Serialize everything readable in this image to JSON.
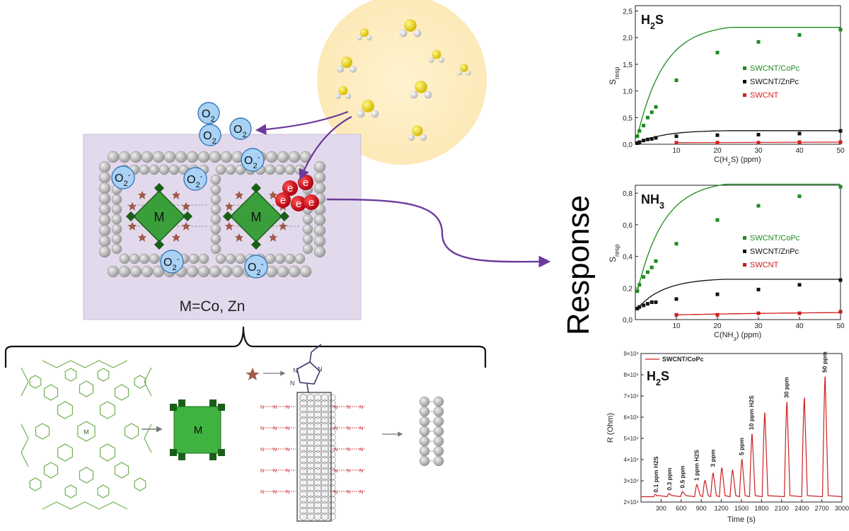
{
  "scheme": {
    "caption": "M=Co, Zn",
    "metal_label": "M",
    "o2": "O",
    "o2_sub": "2",
    "o2minus_sup": "-",
    "electron": "e",
    "response_label": "Response"
  },
  "charts_text": {
    "h2s": {
      "title": "H",
      "title_sub": "2",
      "title_end": "S",
      "xlabel": "C(H",
      "xlabel_sub": "2",
      "xlabel_end": "S) (ppm)",
      "ylabel": "S",
      "ylabel_sub": "resp"
    },
    "nh3": {
      "title": "NH",
      "title_sub": "3",
      "xlabel": "C(NH",
      "xlabel_sub": "3",
      "xlabel_end": ") (ppm)",
      "ylabel": "S",
      "ylabel_sub": "resp"
    },
    "resist": {
      "title": "H",
      "title_sub": "2",
      "title_end": "S",
      "xlabel": "Time (s)",
      "ylabel": "R (Ohm)",
      "legend": "SWCNT/CoPc",
      "ann": [
        "0.1 ppm H2S",
        "0.3 ppm",
        "0.5 ppm",
        "1 ppm H2S",
        "3 ppm",
        "5 ppm",
        "10 ppm H2S",
        "30 ppm",
        "50 ppm"
      ]
    }
  },
  "chart_data": [
    {
      "type": "scatter",
      "title": "H2S",
      "xlabel": "C(H2S) (ppm)",
      "ylabel": "Sresp",
      "xlim": [
        0,
        50
      ],
      "ylim": [
        0,
        2.6
      ],
      "xticks": [
        10,
        20,
        30,
        40,
        50
      ],
      "yticks": [
        "0,0",
        "0,5",
        "1,0",
        "1,5",
        "2,0",
        "2,5"
      ],
      "legend_position": "right",
      "series": [
        {
          "name": "SWCNT/CoPc",
          "color": "#1e8a1e",
          "fit": true,
          "x": [
            0.5,
            1,
            2,
            3,
            4,
            5,
            10,
            20,
            30,
            40,
            50
          ],
          "y": [
            0.15,
            0.25,
            0.35,
            0.5,
            0.6,
            0.7,
            1.2,
            1.72,
            1.92,
            2.05,
            2.15
          ]
        },
        {
          "name": "SWCNT/ZnPc",
          "color": "#111111",
          "fit": true,
          "x": [
            0.5,
            1,
            2,
            3,
            4,
            5,
            10,
            20,
            30,
            40,
            50
          ],
          "y": [
            0.02,
            0.04,
            0.07,
            0.09,
            0.1,
            0.12,
            0.15,
            0.17,
            0.18,
            0.2,
            0.25
          ]
        },
        {
          "name": "SWCNT",
          "color": "#d62020",
          "fit": false,
          "x": [
            10,
            20,
            30,
            40,
            50
          ],
          "y": [
            0.03,
            0.03,
            0.03,
            0.04,
            0.04
          ]
        }
      ]
    },
    {
      "type": "scatter",
      "title": "NH3",
      "xlabel": "C(NH3) (ppm)",
      "ylabel": "Sresp",
      "xlim": [
        0,
        50
      ],
      "ylim": [
        0,
        0.85
      ],
      "xticks": [
        10,
        20,
        30,
        40,
        50
      ],
      "yticks": [
        "0,0",
        "0,2",
        "0,4",
        "0,6",
        "0,8"
      ],
      "legend_position": "right",
      "series": [
        {
          "name": "SWCNT/CoPc",
          "color": "#1e8a1e",
          "fit": true,
          "x": [
            0.5,
            1,
            2,
            3,
            4,
            5,
            10,
            20,
            30,
            40,
            50
          ],
          "y": [
            0.18,
            0.22,
            0.27,
            0.3,
            0.33,
            0.37,
            0.48,
            0.63,
            0.72,
            0.78,
            0.84
          ]
        },
        {
          "name": "SWCNT/ZnPc",
          "color": "#111111",
          "fit": true,
          "x": [
            0.5,
            1,
            2,
            3,
            4,
            5,
            10,
            20,
            30,
            40,
            50
          ],
          "y": [
            0.07,
            0.08,
            0.09,
            0.1,
            0.11,
            0.11,
            0.13,
            0.16,
            0.19,
            0.22,
            0.25
          ]
        },
        {
          "name": "SWCNT",
          "color": "#cc1a1a",
          "fit": true,
          "x": [
            10,
            20,
            30,
            40,
            50
          ],
          "y": [
            0.03,
            0.03,
            0.04,
            0.04,
            0.05
          ]
        }
      ]
    },
    {
      "type": "line",
      "title": "H2S",
      "xlabel": "Time (s)",
      "ylabel": "R (Ohm)",
      "xlim": [
        0,
        3000
      ],
      "ylim": [
        20000,
        90000
      ],
      "xticks": [
        300,
        600,
        900,
        1200,
        1500,
        1800,
        2100,
        2400,
        2700,
        3000
      ],
      "yticks": [
        "2×10⁴",
        "3×10⁴",
        "4×10⁴",
        "5×10⁴",
        "6×10⁴",
        "7×10⁴",
        "8×10⁴",
        "9×10⁴"
      ],
      "ytick_values": [
        20000,
        30000,
        40000,
        50000,
        60000,
        70000,
        80000,
        90000
      ],
      "series": [
        {
          "name": "SWCNT/CoPc",
          "color": "#cc2222",
          "pulses": [
            {
              "t": 220,
              "peak": 23000
            },
            {
              "t": 420,
              "peak": 23500
            },
            {
              "t": 620,
              "peak": 24500
            },
            {
              "t": 830,
              "peak": 28000
            },
            {
              "t": 950,
              "peak": 30000
            },
            {
              "t": 1070,
              "peak": 33500
            },
            {
              "t": 1200,
              "peak": 36000
            },
            {
              "t": 1360,
              "peak": 35000
            },
            {
              "t": 1500,
              "peak": 40000
            },
            {
              "t": 1650,
              "peak": 52000
            },
            {
              "t": 1840,
              "peak": 62000
            },
            {
              "t": 2170,
              "peak": 67000
            },
            {
              "t": 2430,
              "peak": 69000
            },
            {
              "t": 2740,
              "peak": 79000
            }
          ],
          "baseline": 22500
        }
      ]
    }
  ]
}
